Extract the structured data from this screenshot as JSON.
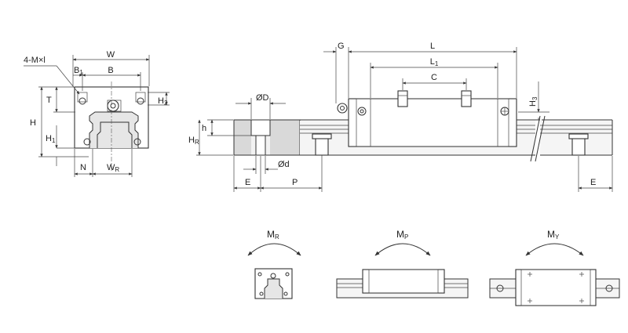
{
  "front_view": {
    "labels": {
      "thread": "4-M×l",
      "W": "W",
      "B1": "B",
      "B1_sub": "1",
      "B": "B",
      "T": "T",
      "H2": "H",
      "H2_sub": "2",
      "H": "H",
      "H1": "H",
      "H1_sub": "1",
      "N": "N",
      "WR": "W",
      "WR_sub": "R"
    }
  },
  "rail_section_view": {
    "labels": {
      "D": "ØD",
      "h": "h",
      "HR": "H",
      "HR_sub": "R",
      "d": "Ød",
      "E": "E",
      "P": "P"
    }
  },
  "side_view": {
    "labels": {
      "G": "G",
      "L": "L",
      "L1": "L",
      "L1_sub": "1",
      "C": "C",
      "H3": "H",
      "H3_sub": "3",
      "E": "E"
    }
  },
  "moments": {
    "MR": "M",
    "MR_sub": "R",
    "MP": "M",
    "MP_sub": "P",
    "MY": "M",
    "MY_sub": "Y"
  }
}
